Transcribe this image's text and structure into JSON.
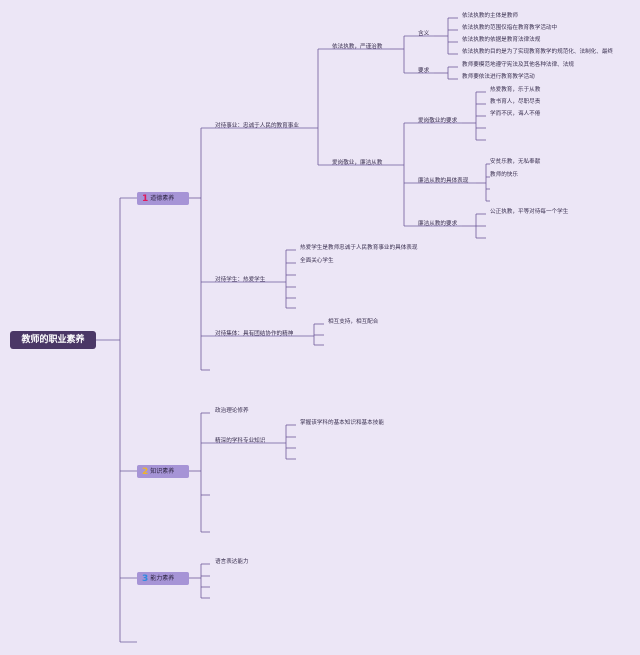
{
  "root": "教师的职业素养",
  "colors": {
    "background": "#ece6f6",
    "line": "#6e5a9a",
    "root_bg": "#4a3766",
    "cat_bg": "#a694d6",
    "num1": "#e0185a",
    "num2": "#f0b428",
    "num3": "#2e8ae0"
  },
  "categories": [
    {
      "num": "1",
      "label": "道德素养",
      "branches": [
        {
          "label": "对待事业：忠诚于人民的教育事业",
          "branches": [
            {
              "label": "依法执教，严谨治教",
              "branches": [
                {
                  "label": "含义",
                  "items": [
                    "依法执教的主体是教师",
                    "依法执教的范围仅指在教育教学活动中",
                    "依法执教的依据是教育法律法规",
                    "依法执教的目的是为了实现教育教学的规范化、法制化、最终"
                  ]
                },
                {
                  "label": "要求",
                  "items": [
                    "教师要模范地遵守宪法及其他各种法律、法规",
                    "教师要依法进行教育教学活动"
                  ]
                }
              ]
            },
            {
              "label": "爱岗敬业，廉洁从教",
              "branches": [
                {
                  "label": "爱岗敬业的要求",
                  "items": [
                    "热爱教育，乐于从教",
                    "教书育人，尽职尽责",
                    "学而不厌，诲人不倦"
                  ]
                },
                {
                  "label": "廉洁从教的具体表现",
                  "items": [
                    "安贫乐教，无私奉献",
                    "教师的快乐"
                  ]
                },
                {
                  "label": "廉洁从教的要求",
                  "items": [
                    "公正执教，平等对待每一个学生"
                  ]
                }
              ]
            }
          ]
        },
        {
          "label": "对待学生：热爱学生",
          "items": [
            "热爱学生是教师忠诚于人民教育事业的具体表现",
            "全面关心学生"
          ]
        },
        {
          "label": "对待集体：具有团结协作的精神",
          "items": [
            "相互支持，相互配合"
          ]
        }
      ]
    },
    {
      "num": "2",
      "label": "知识素养",
      "branches": [
        {
          "label": "政治理论修养"
        },
        {
          "label": "精深的学科专业知识",
          "items": [
            "掌握该学科的基本知识和基本技能"
          ]
        }
      ]
    },
    {
      "num": "3",
      "label": "能力素养",
      "branches": [
        {
          "label": "语言表达能力"
        }
      ]
    }
  ]
}
